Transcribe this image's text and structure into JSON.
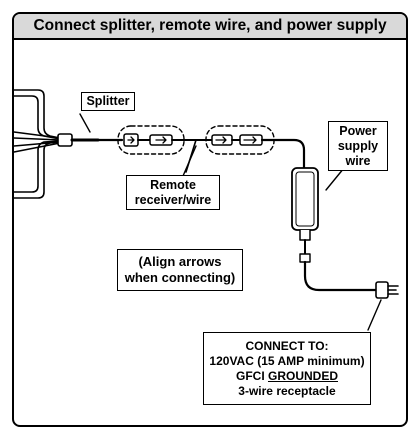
{
  "title": "Connect splitter, remote wire, and power supply",
  "labels": {
    "splitter": "Splitter",
    "remote_line1": "Remote",
    "remote_line2": "receiver/wire",
    "power_line1": "Power",
    "power_line2": "supply",
    "power_line3": "wire",
    "align_line1": "(Align arrows",
    "align_line2": "when connecting)"
  },
  "connect": {
    "heading": "CONNECT TO:",
    "line1": "120VAC (15 AMP minimum)",
    "line2_prefix": "GFCI ",
    "line2_emph": "GROUNDED",
    "line3": "3-wire receptacle"
  }
}
